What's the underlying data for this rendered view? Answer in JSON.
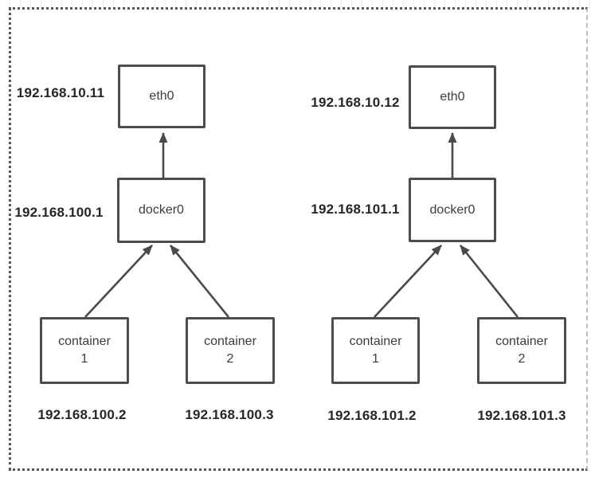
{
  "colors": {
    "line": "#4a4a4a",
    "box_border": "#4d4d4d",
    "box_text": "#3c3c3c",
    "label_text": "#262626",
    "frame_dots": "#585858"
  },
  "hosts": [
    {
      "eth0": {
        "label": "eth0",
        "ip": "192.168.10.11"
      },
      "docker0": {
        "label": "docker0",
        "ip": "192.168.100.1"
      },
      "containers": [
        {
          "label_line1": "container",
          "label_line2": "1",
          "ip": "192.168.100.2"
        },
        {
          "label_line1": "container",
          "label_line2": "2",
          "ip": "192.168.100.3"
        }
      ]
    },
    {
      "eth0": {
        "label": "eth0",
        "ip": "192.168.10.12"
      },
      "docker0": {
        "label": "docker0",
        "ip": "192.168.101.1"
      },
      "containers": [
        {
          "label_line1": "container",
          "label_line2": "1",
          "ip": "192.168.101.2"
        },
        {
          "label_line1": "container",
          "label_line2": "2",
          "ip": "192.168.101.3"
        }
      ]
    }
  ]
}
